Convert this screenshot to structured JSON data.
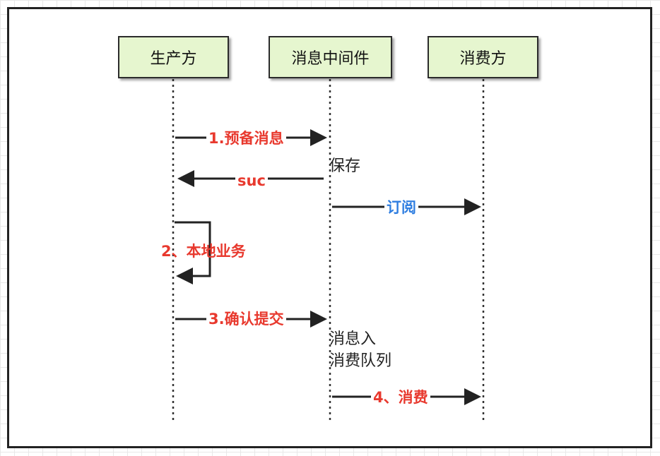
{
  "actors": {
    "producer": "生产方",
    "middleware": "消息中间件",
    "consumer": "消费方"
  },
  "messages": {
    "prepare": "1.预备消息",
    "suc": "suc",
    "subscribe": "订阅",
    "local_business": "2、本地业务",
    "confirm": "3.确认提交",
    "consume": "4、消费"
  },
  "notes": {
    "save": "保存",
    "enqueue_line1": "消息入",
    "enqueue_line2": "消费队列"
  },
  "colors": {
    "step_text": "#e8392e",
    "subscribe_text": "#2f7ee0",
    "actor_fill": "#e6f6cf"
  }
}
